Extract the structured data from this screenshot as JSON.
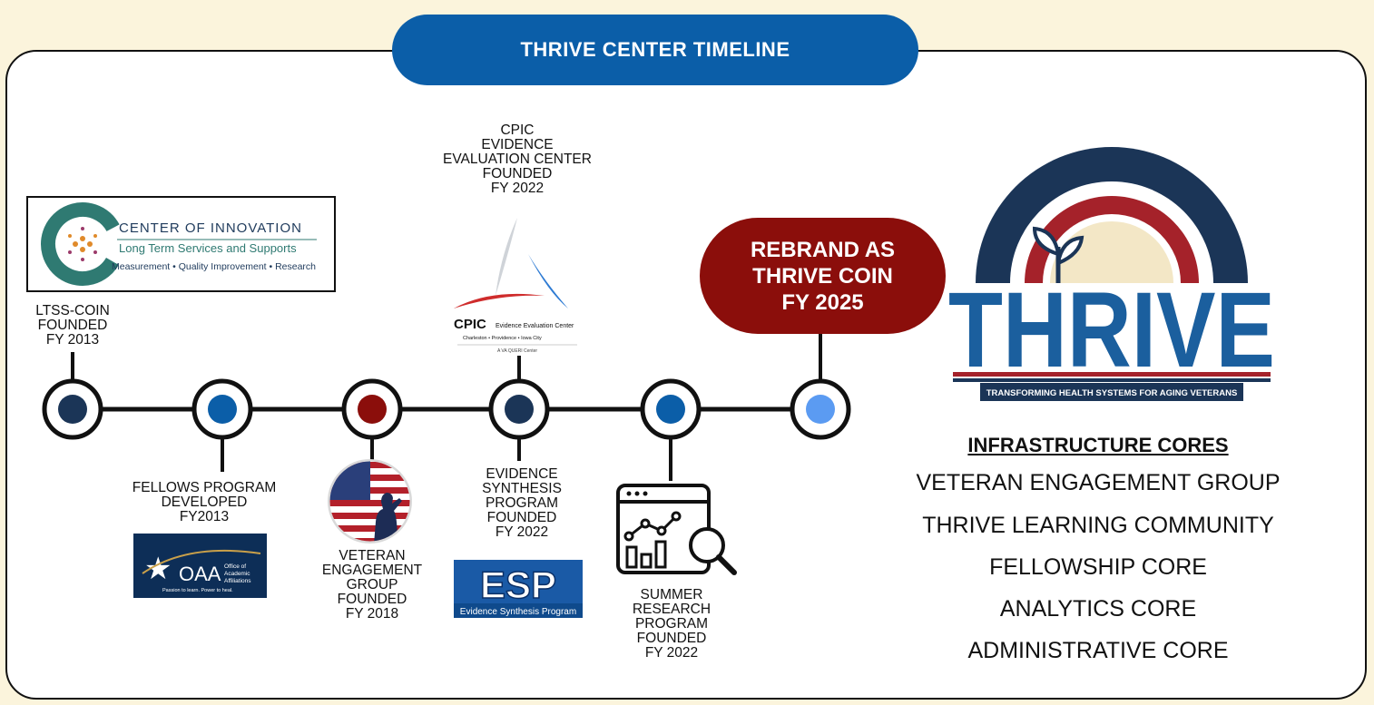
{
  "header": {
    "title": "THRIVE CENTER TIMELINE"
  },
  "milestones": [
    {
      "label": "LTSS-COIN\nFOUNDED\nFY 2013",
      "color": "#1b3557"
    },
    {
      "label": "FELLOWS PROGRAM\nDEVELOPED\nFY2013",
      "color": "#0b5ea8"
    },
    {
      "label": "VETERAN\nENGAGEMENT\nGROUP FOUNDED\nFY 2018",
      "color": "#8b0e0b"
    },
    {
      "label": "CPIC\nEVIDENCE\nEVALUATION CENTER\nFOUNDED\nFY 2022",
      "color": "#1b3557"
    },
    {
      "label": "EVIDENCE\nSYNTHESIS\nPROGRAM\nFOUNDED\nFY 2022"
    },
    {
      "label": "SUMMER\nRESEARCH\nPROGRAM\nFOUNDED\nFY 2022",
      "color": "#0b5ea8"
    },
    {
      "label": "REBRAND AS\nTHRIVE COIN\nFY 2025",
      "color": "#5b9bf2"
    }
  ],
  "logos": {
    "coin": {
      "line1": "CENTER OF INNOVATION",
      "line2": "Long Term Services and Supports",
      "line3": "Measurement • Quality Improvement • Research"
    },
    "oaa": {
      "name": "OAA",
      "sub1": "Office of",
      "sub2": "Academic",
      "sub3": "Affiliations",
      "tagline": "Passion to learn. Power to heal."
    },
    "esp": {
      "name": "ESP",
      "sub": "Evidence Synthesis Program"
    },
    "cpic": {
      "name": "CPIC",
      "sub": "Evidence Evaluation Center",
      "cities": "Charleston  •  Providence  •  Iowa City",
      "note": "A VA QUERI Center"
    },
    "thrive": {
      "name": "THRIVE",
      "tagline": "TRANSFORMING HEALTH SYSTEMS FOR AGING VETERANS"
    }
  },
  "cores": {
    "heading": "INFRASTRUCTURE CORES",
    "items": [
      "VETERAN ENGAGEMENT GROUP",
      "THRIVE LEARNING COMMUNITY",
      "FELLOWSHIP CORE",
      "ANALYTICS CORE",
      "ADMINISTRATIVE CORE"
    ]
  },
  "colors": {
    "title_bg": "#0b5ea8",
    "background": "#fbf4dc",
    "rebrand_bg": "#8b0e0b"
  }
}
